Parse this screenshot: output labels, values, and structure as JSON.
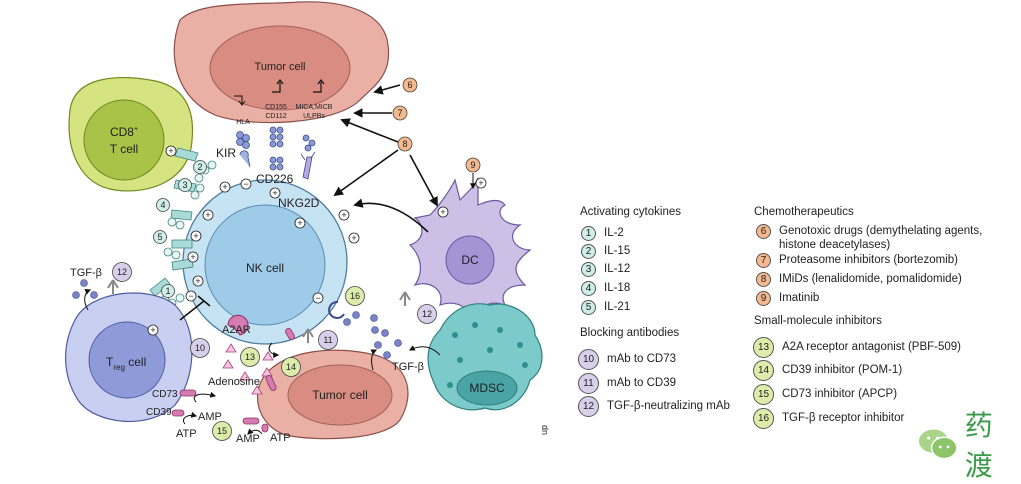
{
  "diagram": {
    "cells": {
      "tumor_top": "Tumor cell",
      "cd8": "CD8",
      "cd8_sup": "+",
      "cd8_line2": "T cell",
      "nk": "NK cell",
      "dc": "DC",
      "mdsc": "MDSC",
      "treg_t": "T",
      "treg_sub": "reg",
      "treg_rest": " cell",
      "tumor_bottom": "Tumor cell"
    },
    "labels": {
      "hla": "HLA",
      "cd155": "CD155",
      "cd112": "CD112",
      "mica": "MICA,MICB",
      "ulpbs": "ULPBs",
      "kir": "KIR",
      "cd226": "CD226",
      "nkg2d": "NKG2D",
      "a2ar": "A2AR",
      "adenosine": "Adenosine",
      "cd73": "CD73",
      "cd39": "CD39",
      "amp1": "AMP",
      "atp1": "ATP",
      "amp2": "AMP",
      "atp2": "ATP",
      "tgfb1": "TGF-β",
      "tgfb2": "TGF-β",
      "plus": "+",
      "minus": "−",
      "corner": "dn"
    }
  },
  "markers": {
    "m1": "1",
    "m2": "2",
    "m3": "3",
    "m4": "4",
    "m5": "5",
    "m6": "6",
    "m7": "7",
    "m8": "8",
    "m9": "9",
    "m10": "10",
    "m11": "11",
    "m12a": "12",
    "m12b": "12",
    "m13": "13",
    "m14": "14",
    "m15": "15",
    "m16": "16"
  },
  "legend": {
    "activating_cytokines": {
      "title": "Activating cytokines",
      "items": [
        {
          "num": "1",
          "label": "IL-2"
        },
        {
          "num": "2",
          "label": "IL-15"
        },
        {
          "num": "3",
          "label": "IL-12"
        },
        {
          "num": "4",
          "label": "IL-18"
        },
        {
          "num": "5",
          "label": "IL-21"
        }
      ]
    },
    "blocking_antibodies": {
      "title": "Blocking antibodies",
      "items": [
        {
          "num": "10",
          "label": "mAb to CD73"
        },
        {
          "num": "11",
          "label": "mAb to CD39"
        },
        {
          "num": "12",
          "label": "TGF-β-neutralizing mAb"
        }
      ]
    },
    "chemotherapeutics": {
      "title": "Chemotherapeutics",
      "items": [
        {
          "num": "6",
          "label": "Genotoxic drugs (demythelating agents,",
          "label2": "histone deacetylases)"
        },
        {
          "num": "7",
          "label": "Proteasome inhibitors (bortezomib)"
        },
        {
          "num": "8",
          "label": "IMiDs (lenalidomide, pomalidomide)"
        },
        {
          "num": "9",
          "label": "Imatinib"
        }
      ]
    },
    "small_molecule_inhibitors": {
      "title": "Small-molecule inhibitors",
      "items": [
        {
          "num": "13",
          "label": "A2A receptor antagonist (PBF-509)"
        },
        {
          "num": "14",
          "label": "CD39 inhibitor (POM-1)"
        },
        {
          "num": "15",
          "label": "CD73 inhibitor (APCP)"
        },
        {
          "num": "16",
          "label": "TGF-β receptor inhibitor"
        }
      ]
    }
  },
  "watermark": {
    "text": "药渡",
    "icon": "wechat-icon"
  },
  "colors": {
    "cytokine": "#cfeee8",
    "chemo": "#f4b98e",
    "blocking": "#d7d0ea",
    "small_molecule": "#dcecaa",
    "tumor": "#eab0a6",
    "nk": "#c6e3f3",
    "cd8": "#d5e480",
    "treg": "#c8cff0",
    "dc": "#cdbfe6",
    "mdsc": "#7ccaca",
    "watermark": "#3a9a4a"
  }
}
